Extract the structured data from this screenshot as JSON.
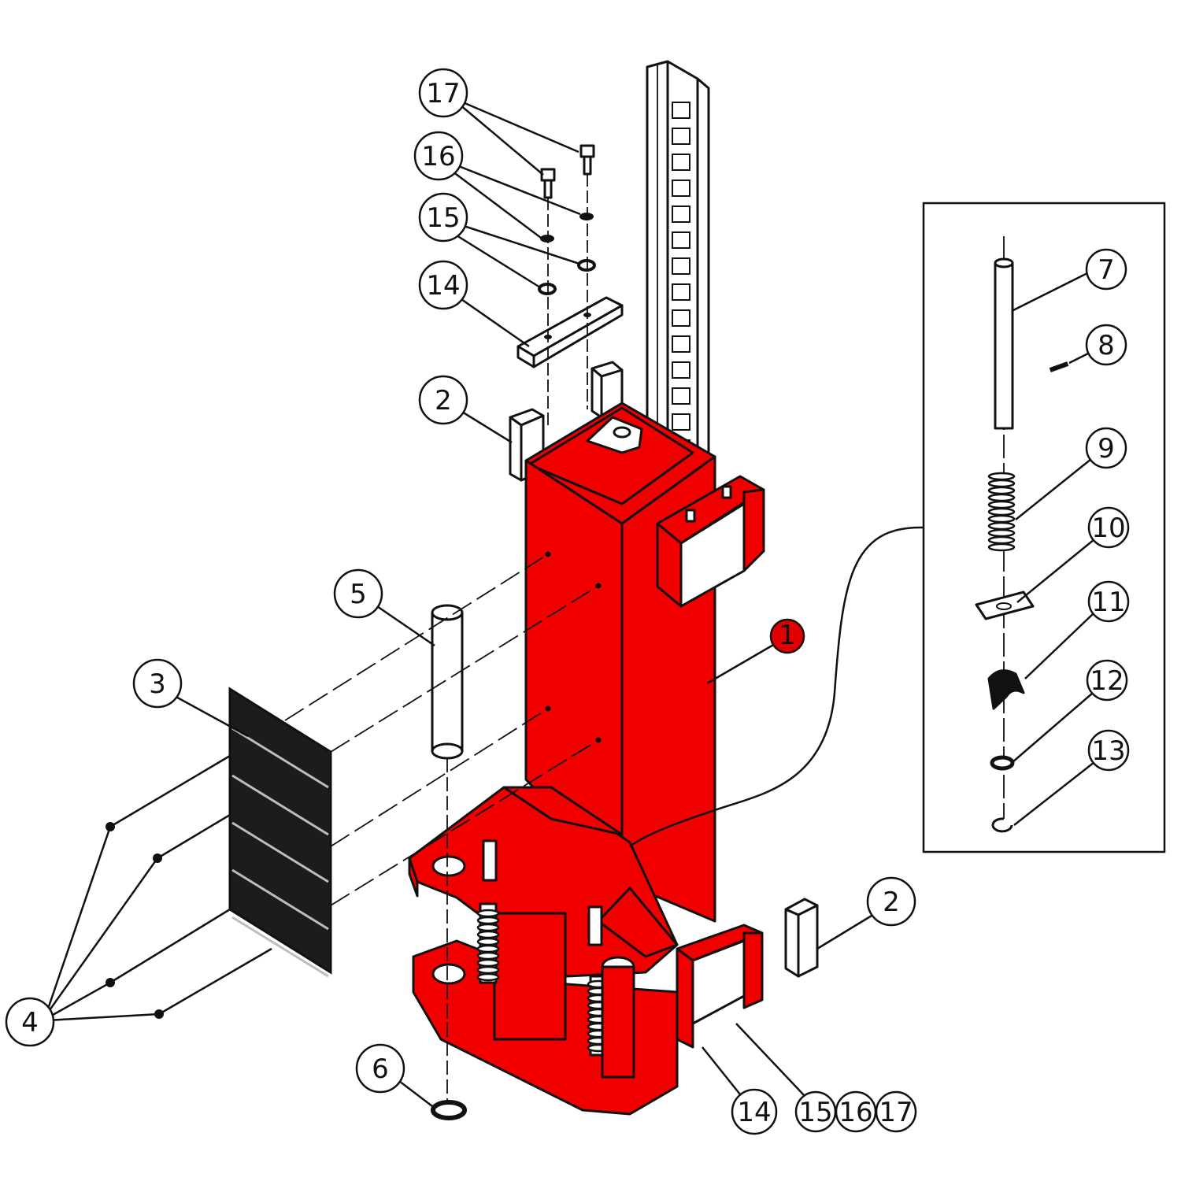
{
  "colors": {
    "frame_red": "#f20000",
    "ink": "#111111",
    "mesh": "#1c1c1c",
    "paper": "#ffffff"
  },
  "callouts": [
    {
      "id": "c1",
      "label": "1",
      "highlight": true
    },
    {
      "id": "c2a",
      "label": "2"
    },
    {
      "id": "c2b",
      "label": "2"
    },
    {
      "id": "c3",
      "label": "3"
    },
    {
      "id": "c4",
      "label": "4"
    },
    {
      "id": "c5",
      "label": "5"
    },
    {
      "id": "c6",
      "label": "6"
    },
    {
      "id": "c7",
      "label": "7"
    },
    {
      "id": "c8",
      "label": "8"
    },
    {
      "id": "c9",
      "label": "9"
    },
    {
      "id": "c10",
      "label": "10"
    },
    {
      "id": "c11",
      "label": "11"
    },
    {
      "id": "c12",
      "label": "12"
    },
    {
      "id": "c13",
      "label": "13"
    },
    {
      "id": "c14a",
      "label": "14"
    },
    {
      "id": "c14b",
      "label": "14"
    },
    {
      "id": "c15a",
      "label": "15"
    },
    {
      "id": "c15b",
      "label": "15"
    },
    {
      "id": "c16a",
      "label": "16"
    },
    {
      "id": "c16b",
      "label": "16"
    },
    {
      "id": "c17a",
      "label": "17"
    },
    {
      "id": "c17b",
      "label": "17"
    }
  ]
}
